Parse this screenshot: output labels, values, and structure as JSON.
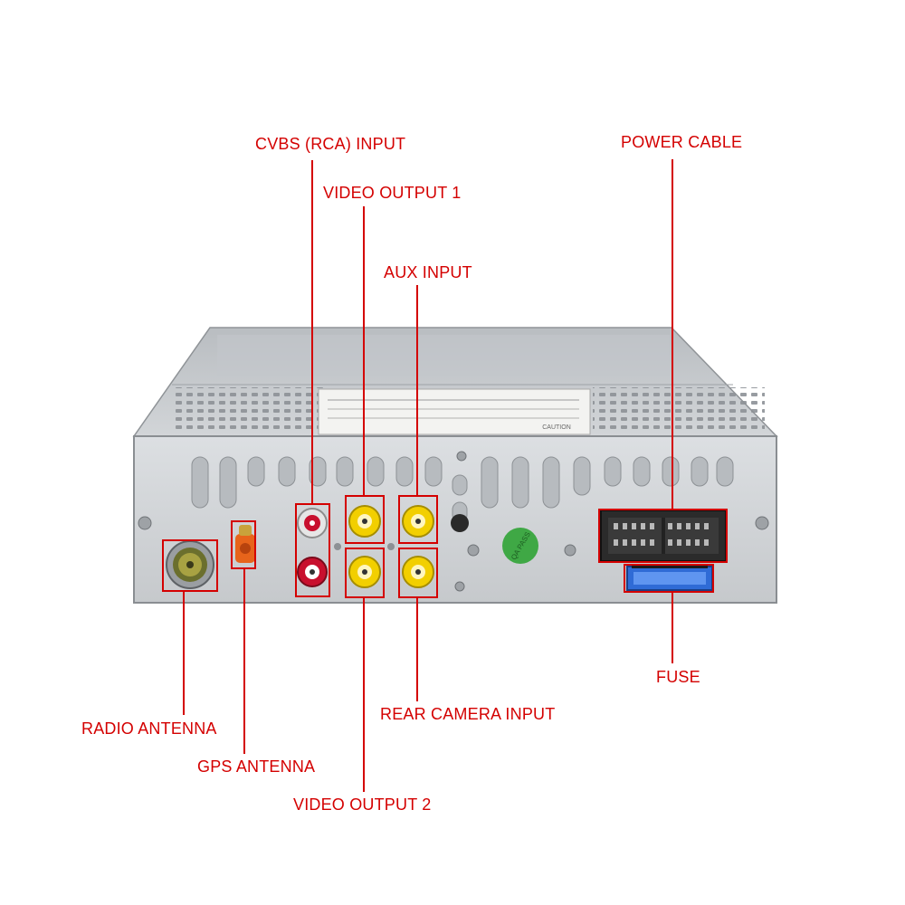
{
  "colors": {
    "annotation": "#d40000",
    "chassis": "#c9cccf",
    "face_plate": "#d4d7da",
    "rca_red": "#c8102e",
    "rca_yellow": "#f2cf00",
    "fuse_blue": "#2f6bd6",
    "gps_orange": "#e7641b",
    "qc_sticker": "#3fa845"
  },
  "labels": {
    "cvbs_input": "CVBS (RCA) INPUT",
    "video_output_1": "VIDEO OUTPUT 1",
    "aux_input": "AUX INPUT",
    "power_cable": "POWER CABLE",
    "radio_antenna": "RADIO ANTENNA",
    "gps_antenna": "GPS ANTENNA",
    "rear_camera_input": "REAR CAMERA INPUT",
    "video_output_2": "VIDEO OUTPUT 2",
    "fuse": "FUSE"
  },
  "device": {
    "qc_sticker_text": "QA PASS",
    "caution_label_text": "CAUTION"
  }
}
